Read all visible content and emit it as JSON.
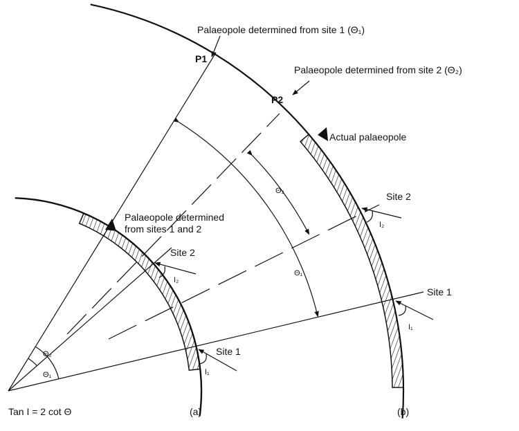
{
  "labels": {
    "pole_site1": "Palaeopole determined from site 1 (Θ₁)",
    "pole_site2": "Palaeopole determined from site 2 (Θ₂)",
    "p1": "P1",
    "p2": "P2",
    "actual_pole": "Actual palaeopole",
    "pole_sites12_line1": "Palaeopole determined",
    "pole_sites12_line2": "from sites 1 and 2",
    "site2_a": "Site 2",
    "site1_a": "Site 1",
    "site2_b": "Site 2",
    "site1_b": "Site 1",
    "i2_a": "I₂",
    "i1_a": "I₁",
    "i2_b": "I₂",
    "i1_b": "I₁",
    "theta1_origin": "Θ₁",
    "theta2_origin": "Θ₂",
    "theta1_arc": "Θ₁",
    "theta2_arc": "Θ₂",
    "panel_a": "(a)",
    "panel_b": "(b)",
    "formula": "Tan I = 2 cot Θ"
  },
  "colors": {
    "ink": "#111111",
    "background": "#ffffff"
  }
}
